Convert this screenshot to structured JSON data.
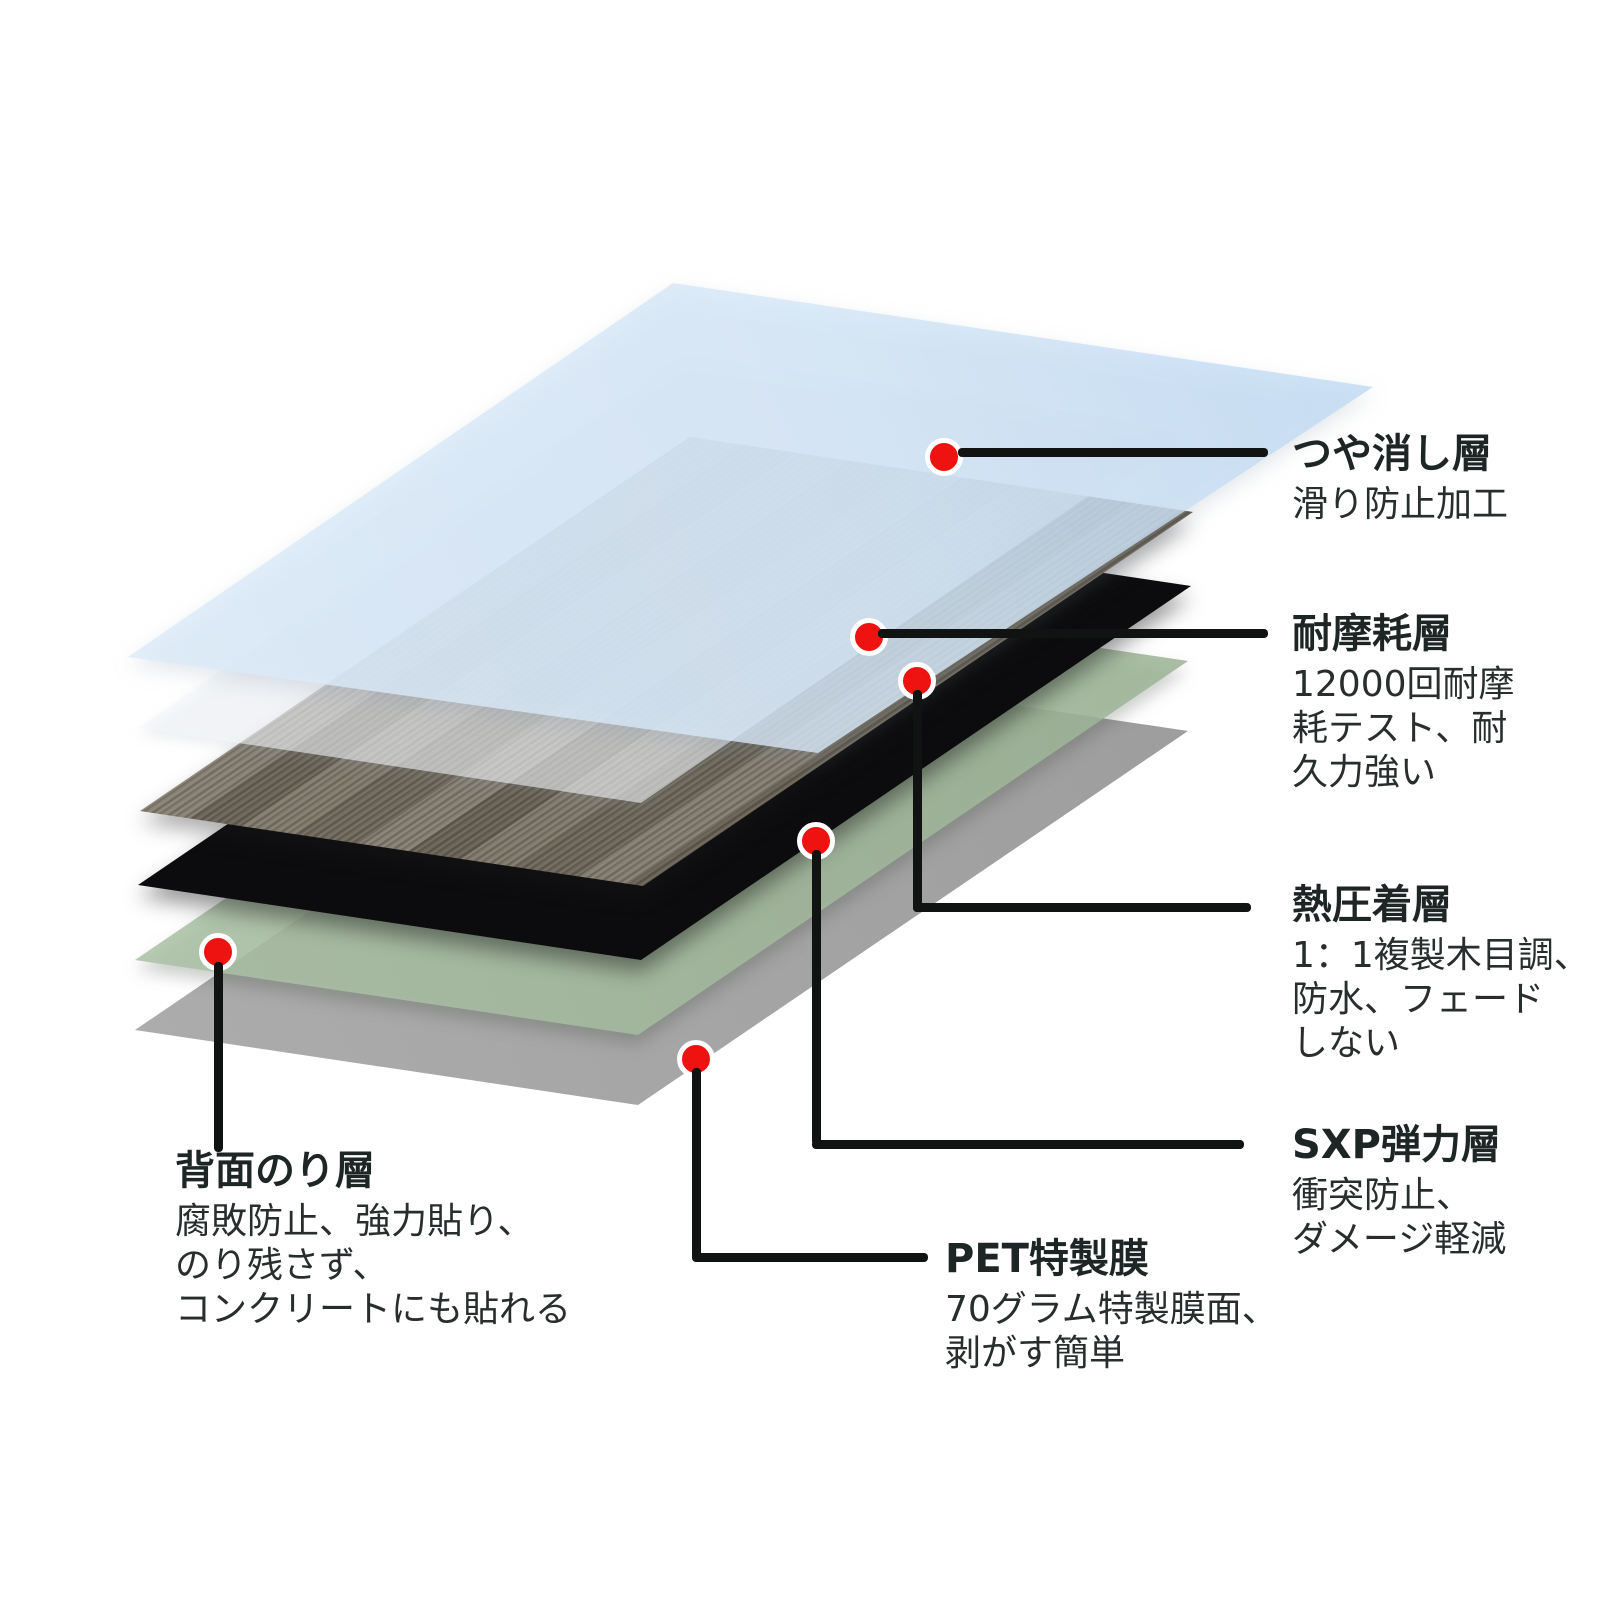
{
  "colors": {
    "background": "#ffffff",
    "callout_dot": "#ee1310",
    "callout_line": "#101312"
  },
  "layers": [
    {
      "id": "matte",
      "label": "つや消し層",
      "color": "#dcebf9"
    },
    {
      "id": "wear",
      "label": "耐摩耗層",
      "color": "#f3f7f9"
    },
    {
      "id": "heatpress",
      "label": "熱圧着層",
      "color": "#7a7262"
    },
    {
      "id": "sxp",
      "label": "SXP弾力層",
      "color": "#0c0c0e"
    },
    {
      "id": "glue",
      "label": "背面のり層",
      "color": "#9cb795"
    },
    {
      "id": "pet",
      "label": "PET特製膜",
      "color": "#9e9e9e"
    }
  ],
  "callouts": [
    {
      "title": "つや消し層",
      "desc_lines": [
        "滑り防止加工"
      ]
    },
    {
      "title": "耐摩耗層",
      "desc_lines": [
        "12000回耐摩",
        "耗テスト、耐",
        "久力強い"
      ]
    },
    {
      "title": "熱圧着層",
      "desc_lines": [
        "1：1複製木目調、",
        "防水、フェード",
        "しない"
      ]
    },
    {
      "title": "SXP弾力層",
      "desc_lines": [
        "衝突防止、",
        "ダメージ軽減"
      ]
    },
    {
      "title": "PET特製膜",
      "desc_lines": [
        "70グラム特製膜面、",
        "剥がす簡単"
      ]
    },
    {
      "title": "背面のり層",
      "desc_lines": [
        "腐敗防止、強力貼り、",
        "のり残さず、",
        "コンクリートにも貼れる"
      ]
    }
  ]
}
